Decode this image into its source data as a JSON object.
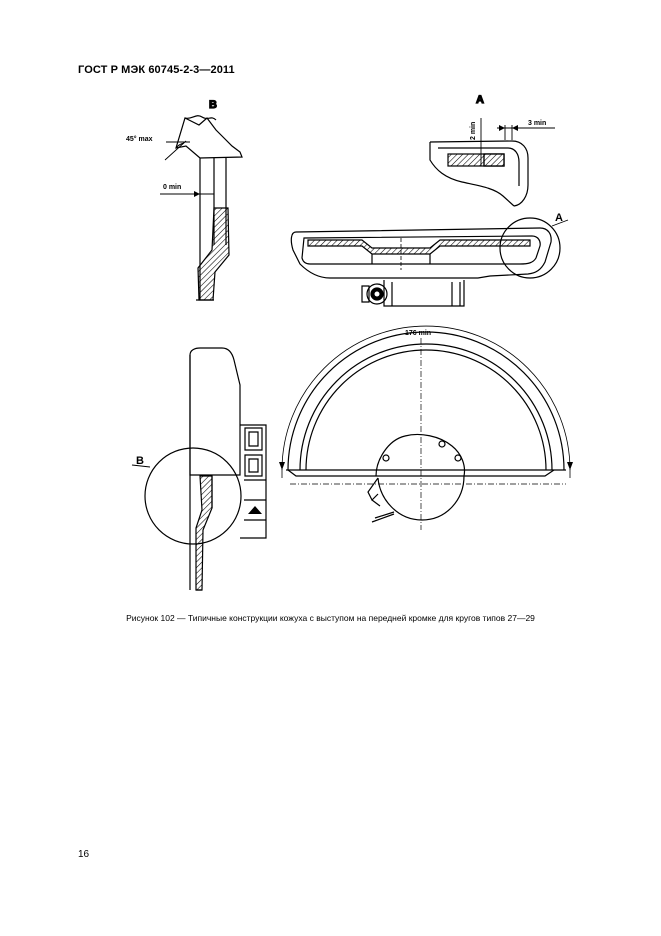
{
  "document": {
    "header": "ГОСТ Р МЭК 60745-2-3—2011",
    "page_number": "16"
  },
  "figure": {
    "caption": "Рисунок 102 — Типичные конструкции кожуха с выступом на передней кромке для кругов типов 27—29",
    "labels": {
      "view_b_top": "B",
      "view_a_top": "A",
      "view_a_side": "A",
      "view_b_side": "B",
      "angle_45_max": "45° max",
      "zero_min": "0 min",
      "two_min": "2 min",
      "three_min": "3 min",
      "arc_176_min": "176 min"
    }
  }
}
